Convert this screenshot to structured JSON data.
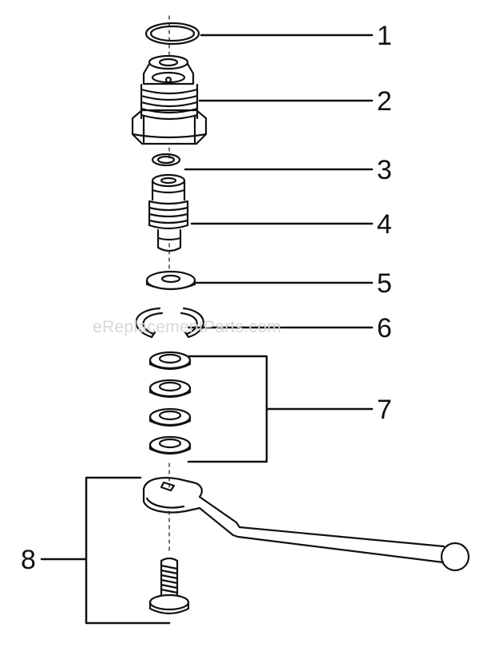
{
  "diagram": {
    "callouts": {
      "c1": "1",
      "c2": "2",
      "c3": "3",
      "c4": "4",
      "c5": "5",
      "c6": "6",
      "c7": "7",
      "c8": "8"
    },
    "watermark": "eReplacementParts.com",
    "colors": {
      "line": "#111111",
      "watermark": "#d7d7d7",
      "background": "#ffffff"
    }
  }
}
